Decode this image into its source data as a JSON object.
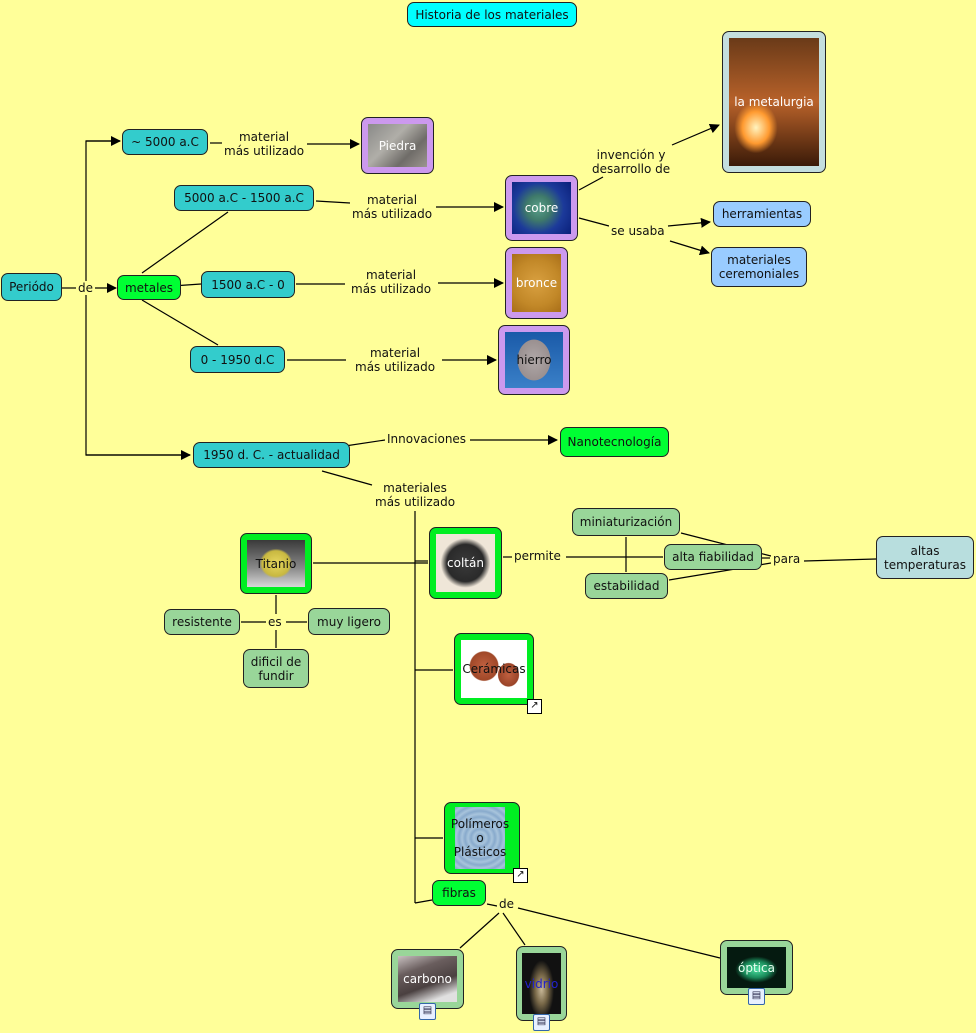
{
  "title": "Historia de los materiales",
  "nodes": {
    "periodo": "Periódo",
    "metales": "metales",
    "p5000": "~ 5000 a.C",
    "p5000_1500": "5000 a.C - 1500 a.C",
    "p1500_0": "1500 a.C - 0",
    "p0_1950": "0 - 1950 d.C",
    "p1950": "1950 d. C. - actualidad",
    "piedra": "Piedra",
    "cobre": "cobre",
    "bronce": "bronce",
    "hierro": "hierro",
    "metalurgia": "la metalurgia",
    "herramientas": "herramientas",
    "ceremoniales": "materiales\nceremoniales",
    "nanotecnologia": "Nanotecnología",
    "titanio": "Titanio",
    "coltan": "coltán",
    "ceramicas": "Cerámicas",
    "polimeros": "Polímeros\no\nPlásticos",
    "fibras": "fibras",
    "resistente": "resistente",
    "muy_ligero": "muy ligero",
    "dificil": "dificil de\nfundir",
    "miniaturizacion": "miniaturización",
    "alta_fiabilidad": "alta fiabilidad",
    "estabilidad": "estabilidad",
    "altas_temp": "altas\ntemperaturas",
    "carbono": "carbono",
    "vidrio": "vidrio",
    "optica": "óptica"
  },
  "links": {
    "de1": "de",
    "mat1": "material\nmás utilizado",
    "mat2": "material\nmás utilizado",
    "mat3": "material\nmás utilizado",
    "mat4": "material\nmás utilizado",
    "invencion": "invención y\ndesarrollo de",
    "se_usaba": "se usaba",
    "innovaciones": "Innovaciones",
    "materiales_mas": "materiales\nmás utilizado",
    "es": "es",
    "permite": "permite",
    "para": "para",
    "de2": "de"
  },
  "icons": {
    "link": "↗",
    "doc": "▤"
  }
}
